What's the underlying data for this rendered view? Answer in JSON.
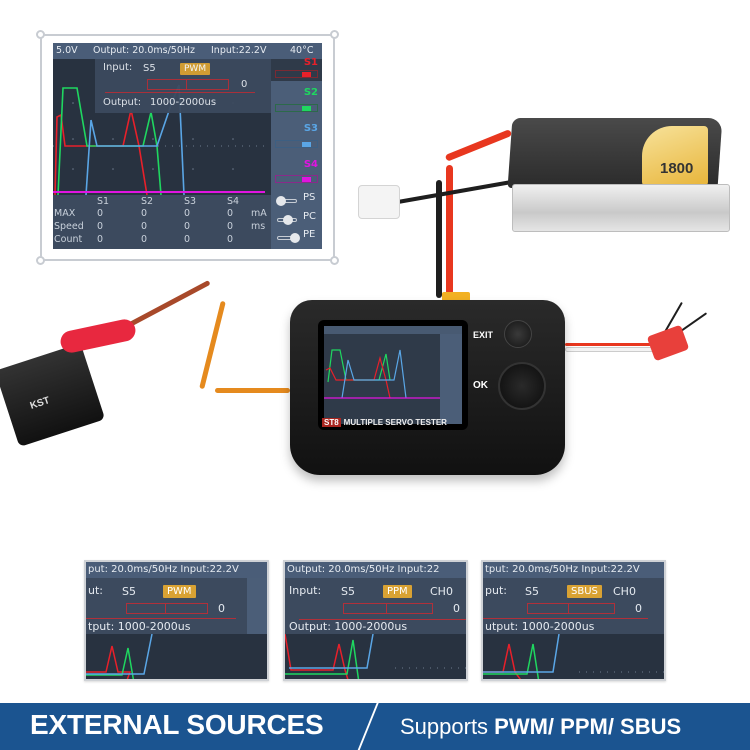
{
  "main_screen": {
    "status_bar": {
      "voltage_out": "5.0V",
      "output": "Output: 20.0ms/50Hz",
      "input": "Input:22.2V",
      "temperature": "40°C"
    },
    "input_label": "Input:",
    "input_channel": "S5",
    "input_mode": "PWM",
    "input_value": "0",
    "output_label": "Output:",
    "output_range": "1000-2000us",
    "channels": [
      {
        "label": "S1",
        "color": "#e8202a"
      },
      {
        "label": "S2",
        "color": "#1fd760"
      },
      {
        "label": "S3",
        "color": "#5aa6e6"
      },
      {
        "label": "S4",
        "color": "#e014e0"
      }
    ],
    "toggles": [
      {
        "label": "PS",
        "position": "left"
      },
      {
        "label": "PC",
        "position": "middle"
      },
      {
        "label": "PE",
        "position": "right"
      }
    ],
    "stats_table": {
      "columns": [
        "S1",
        "S2",
        "S3",
        "S4"
      ],
      "rows": [
        {
          "label": "MAX",
          "values": [
            "0",
            "0",
            "0",
            "0"
          ],
          "unit": "mA"
        },
        {
          "label": "Speed",
          "values": [
            "0",
            "0",
            "0",
            "0"
          ],
          "unit": "ms"
        },
        {
          "label": "Count",
          "values": [
            "0",
            "0",
            "0",
            "0"
          ],
          "unit": ""
        }
      ]
    }
  },
  "device": {
    "model_badge": "ST8",
    "model_name": "MULTIPLE SERVO TESTER",
    "exit_label": "EXIT",
    "ok_label": "OK"
  },
  "battery": {
    "capacity": "1800"
  },
  "servo": {
    "brand": "KST"
  },
  "mode_panels": [
    {
      "status": "put: 20.0ms/50Hz   Input:22.2V",
      "input_label": "ut:",
      "channel": "S5",
      "mode": "PWM",
      "extra": "",
      "value": "0",
      "output": "tput:  1000-2000us"
    },
    {
      "status": "Output: 20.0ms/50Hz   Input:22",
      "input_label": "Input:",
      "channel": "S5",
      "mode": "PPM",
      "extra": "CH0",
      "value": "0",
      "output": "Output:  1000-2000us"
    },
    {
      "status": "tput: 20.0ms/50Hz   Input:22.2V",
      "input_label": "put:",
      "channel": "S5",
      "mode": "SBUS",
      "extra": "CH0",
      "value": "0",
      "output": "utput:  1000-2000us"
    }
  ],
  "banner": {
    "title": "EXTERNAL SOURCES",
    "sub_prefix": "Supports ",
    "sub_modes": "PWM/ PPM/ SBUS",
    "background": "#1b5490"
  }
}
